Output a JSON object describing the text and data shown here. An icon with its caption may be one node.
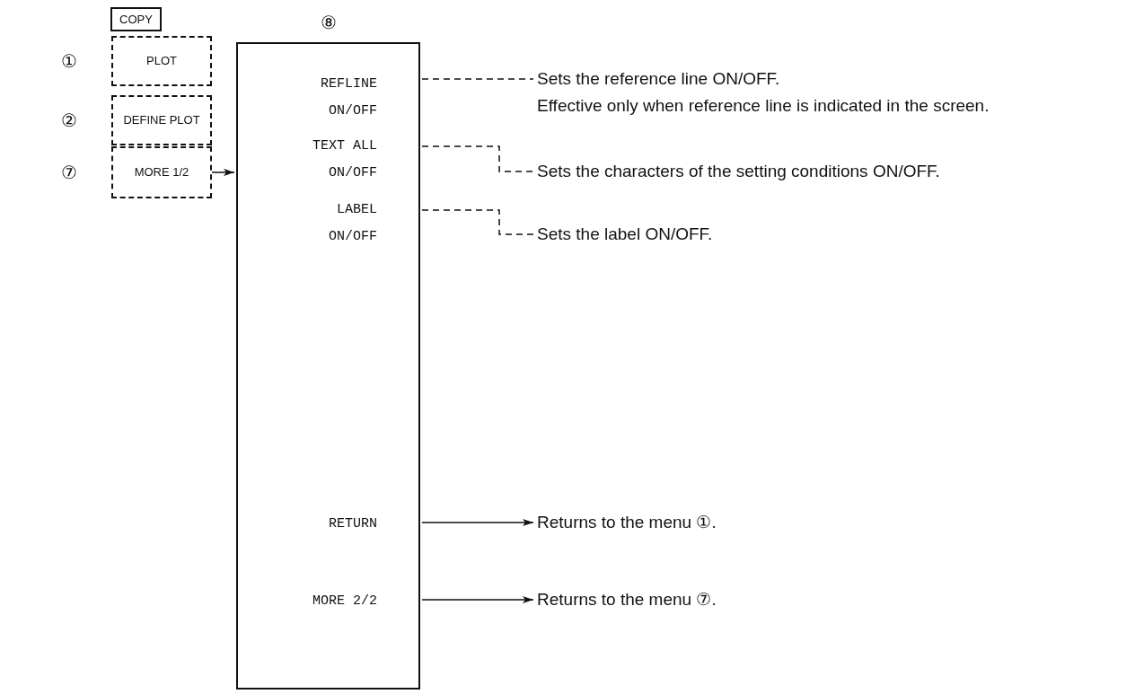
{
  "diagram": {
    "nodes": [
      {
        "text": [
          "COPY"
        ]
      },
      {
        "text": [
          "PLOT"
        ],
        "beside": [
          "①"
        ]
      },
      {
        "text": [
          "DEFINE PLOT"
        ],
        "beside": [
          "②"
        ]
      },
      {
        "text": [
          "MORE 1/2"
        ],
        "beside": [
          "⑦"
        ]
      },
      {
        "text": [
          "⑧"
        ]
      },
      {
        "text": [
          "REFLINE ON/OFF"
        ],
        "in": 4
      },
      {
        "text": [
          "TEXT ALL ON/OFF"
        ],
        "in": 4
      },
      {
        "text": [
          "LABEL ON/OFF"
        ],
        "in": 4
      },
      {
        "text": [
          "RETURN"
        ],
        "in": 4
      },
      {
        "text": [
          "MORE 2/2"
        ],
        "in": 4
      },
      {
        "text": [
          "Sets the reference line ON/OFF.",
          "Effective only when reference line is indicated in the screen."
        ]
      },
      {
        "text": [
          "Sets the characters of the setting conditions ON/OFF."
        ]
      },
      {
        "text": [
          "Sets the label ON/OFF."
        ]
      },
      {
        "text": [
          "Returns to the menu ①."
        ]
      },
      {
        "text": [
          "Returns to the menu ⑦."
        ]
      }
    ],
    "edges": [
      {
        "from": 3,
        "to": 4,
        "arrow": "to"
      },
      {
        "from": 5,
        "to": 10,
        "arrow": "none",
        "style": "dashed"
      },
      {
        "from": 6,
        "to": 11,
        "arrow": "none",
        "style": "dashed"
      },
      {
        "from": 7,
        "to": 12,
        "arrow": "none",
        "style": "dashed"
      },
      {
        "from": 8,
        "to": 13,
        "arrow": "to"
      },
      {
        "from": 9,
        "to": 14,
        "arrow": "to"
      }
    ]
  }
}
